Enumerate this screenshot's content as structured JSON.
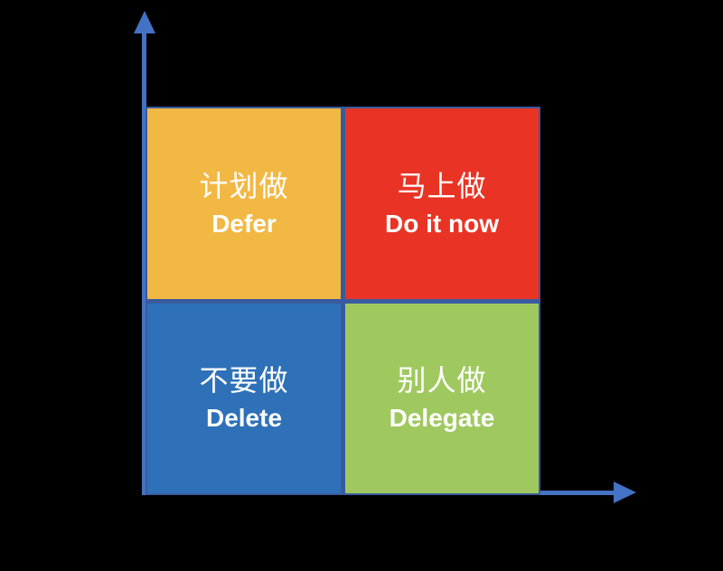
{
  "background_color": "#000000",
  "axes": {
    "color": "#4472C4",
    "y_axis": {
      "name": "vertical-axis",
      "direction": "up"
    },
    "x_axis": {
      "name": "horizontal-axis",
      "direction": "right"
    }
  },
  "matrix": {
    "divider_color": "#3A5A9E",
    "text_color": "#FFFFFF",
    "quadrants": [
      {
        "position": "top-left",
        "label_zh": "计划做",
        "label_en": "Defer",
        "color": "#F2B844"
      },
      {
        "position": "top-right",
        "label_zh": "马上做",
        "label_en": "Do it now",
        "color": "#E93425"
      },
      {
        "position": "bottom-left",
        "label_zh": "不要做",
        "label_en": "Delete",
        "color": "#2E71B8"
      },
      {
        "position": "bottom-right",
        "label_zh": "别人做",
        "label_en": "Delegate",
        "color": "#9FC95F"
      }
    ]
  }
}
